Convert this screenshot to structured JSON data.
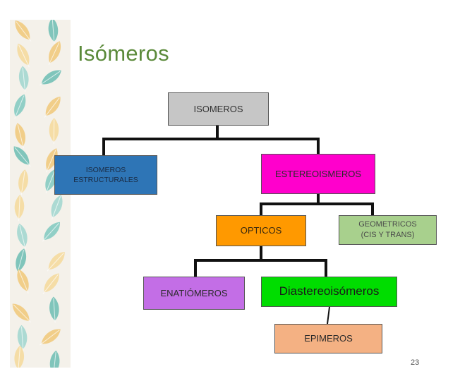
{
  "slide": {
    "title": "Isómeros",
    "page_number": "23"
  },
  "nodes": {
    "root": "ISOMEROS",
    "structural_line1": "ISOMEROS",
    "structural_line2": "ESTRUCTURALES",
    "stereo": "ESTEREOISMEROS",
    "optical": "OPTICOS",
    "geometric_line1": "GEOMETRICOS",
    "geometric_line2": "(CIS Y TRANS)",
    "enantiomers": "ENATIÓMEROS",
    "diastereomers": "Diastereoisómeros",
    "epimers": "EPIMEROS"
  },
  "colors": {
    "root": "#c6c6c6",
    "structural": "#2e75b6",
    "stereo": "#ff00cc",
    "optical": "#ff9900",
    "geometric": "#a8d08d",
    "enantiomers": "#c36ee6",
    "diastereomers": "#00dd00",
    "epimers": "#f4b183",
    "title": "#5b8a3a"
  }
}
